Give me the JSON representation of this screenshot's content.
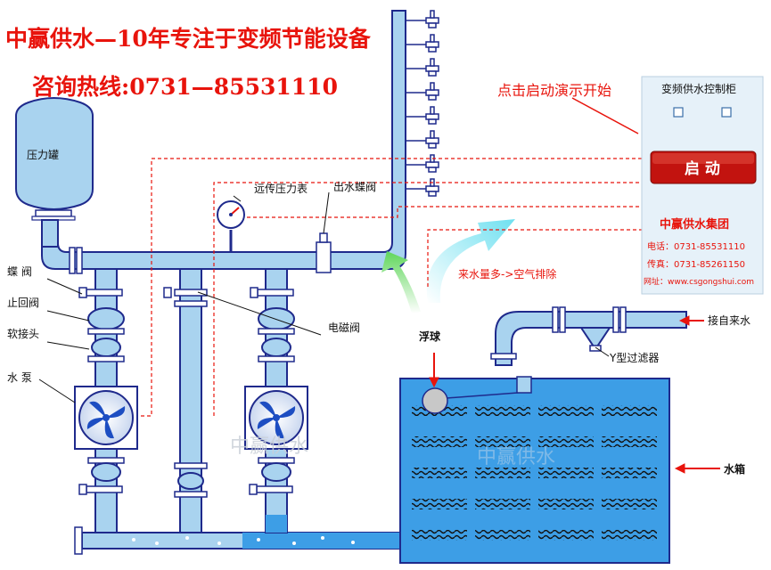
{
  "banner": {
    "headline": "中赢供水—10年专注于变频节能设备",
    "hotline": "咨询热线:0731—85531110"
  },
  "labels": {
    "pressure_tank": "压力罐",
    "butterfly_valve": "蝶 阀",
    "check_valve": "止回阀",
    "soft_joint": "软接头",
    "pump": "水 泵",
    "remote_gauge": "远传压力表",
    "outlet_valve": "出水蝶阀",
    "solenoid_valve": "电磁阀",
    "float_ball": "浮球",
    "y_filter": "Y型过滤器",
    "inlet": "接自来水",
    "tank": "水箱",
    "air_exhaust": "来水量多->空气排除"
  },
  "watermark": "中赢供水",
  "control_panel": {
    "title": "变频供水控制柜",
    "start_button": "启 动",
    "company": "中赢供水集团",
    "phone": "电话：0731-85531110",
    "fax": "传真：0731-85261150",
    "website": "网址：www.csgongshui.com"
  },
  "demo_hint": "点击启动演示开始",
  "colors": {
    "pipe": "#a9d3ef",
    "outline": "#1f2a8c",
    "water": "#3d9ee6",
    "accent_red": "#e8140c",
    "button": "#c2130f",
    "arrow_cyan": "#7ee0ee"
  }
}
